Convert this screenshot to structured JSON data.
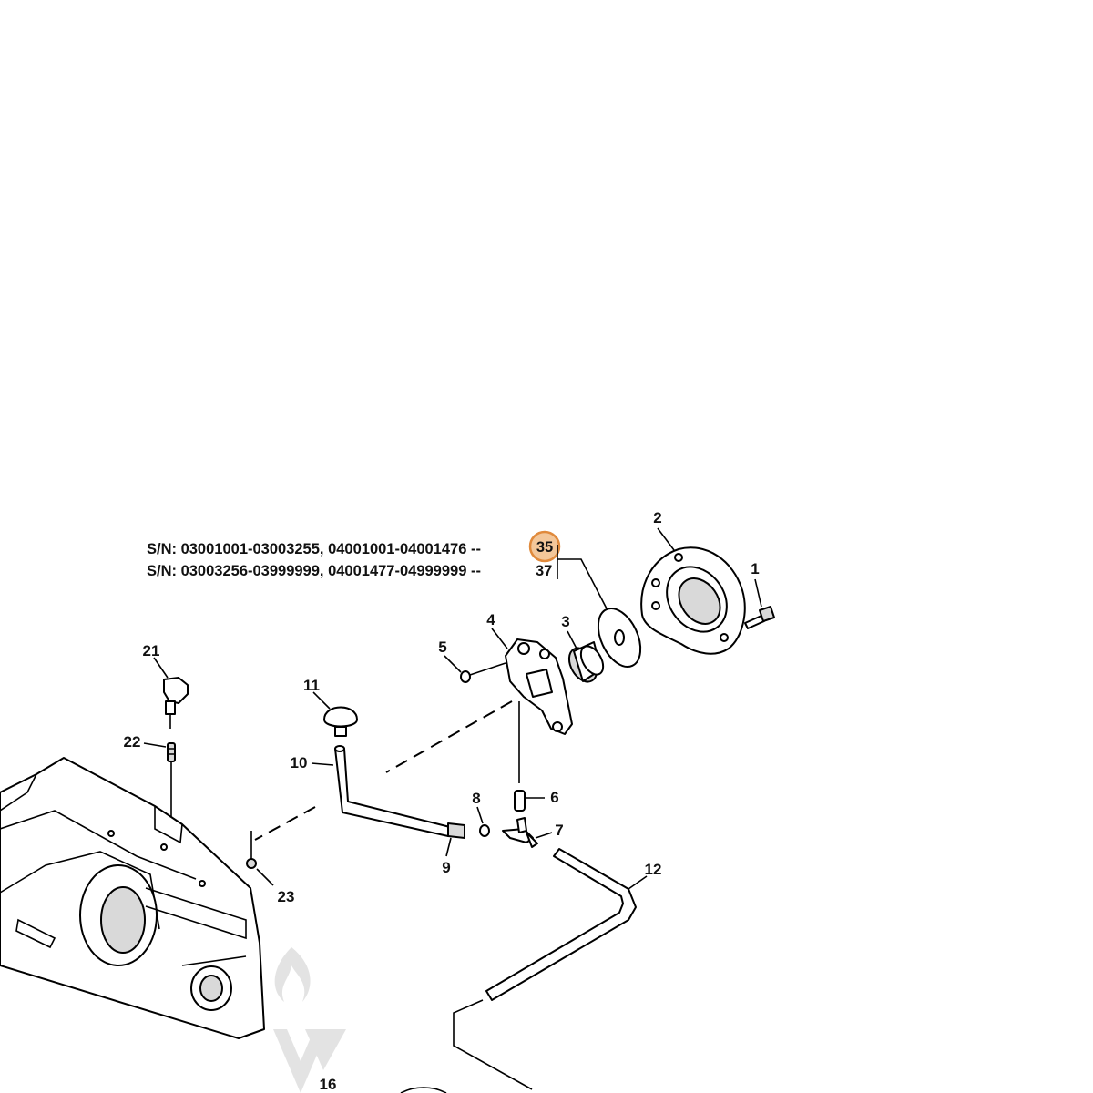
{
  "serial_notes": [
    {
      "text": "S/N: 03001001-03003255, 04001001-04001476 --",
      "ref": "35",
      "highlighted": true
    },
    {
      "text": "S/N: 03003256-03999999, 04001477-04999999 --",
      "ref": "37",
      "highlighted": false
    }
  ],
  "callouts": {
    "c1": "1",
    "c2": "2",
    "c3": "3",
    "c4": "4",
    "c5": "5",
    "c6": "6",
    "c7": "7",
    "c8": "8",
    "c9": "9",
    "c10": "10",
    "c11": "11",
    "c12": "12",
    "c16": "16",
    "c21": "21",
    "c22": "22",
    "c23": "23"
  },
  "colors": {
    "highlight_fill": "#f3c79a",
    "highlight_stroke": "#e08a3c",
    "watermark": "#d6d6d6"
  }
}
